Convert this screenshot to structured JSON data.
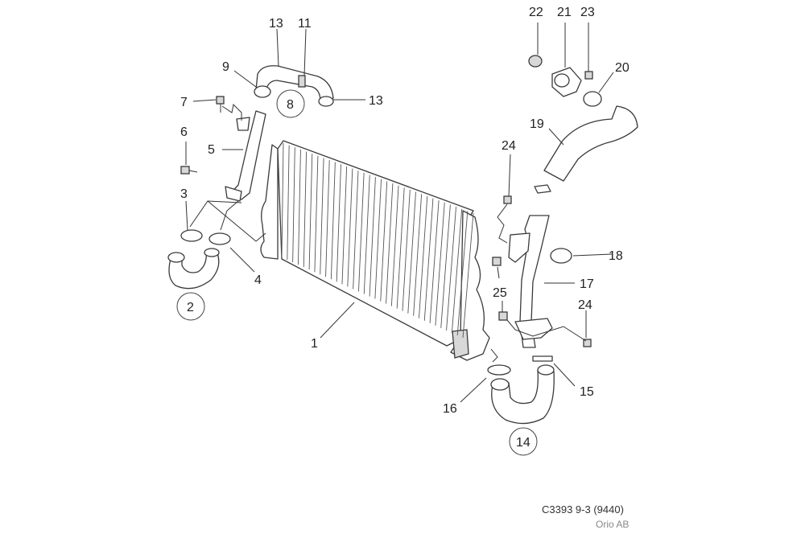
{
  "callouts": {
    "c1": "1",
    "c2": "2",
    "c3": "3",
    "c4": "4",
    "c5": "5",
    "c6": "6",
    "c7": "7",
    "c8": "8",
    "c9": "9",
    "c11": "11",
    "c13a": "13",
    "c13b": "13",
    "c14": "14",
    "c15": "15",
    "c16": "16",
    "c17": "17",
    "c18": "18",
    "c19": "19",
    "c20": "20",
    "c21": "21",
    "c22": "22",
    "c23": "23",
    "c24a": "24",
    "c24b": "24",
    "c25": "25"
  },
  "footer": {
    "code": "C3393 9-3 (9440)",
    "company": "Orio AB"
  }
}
